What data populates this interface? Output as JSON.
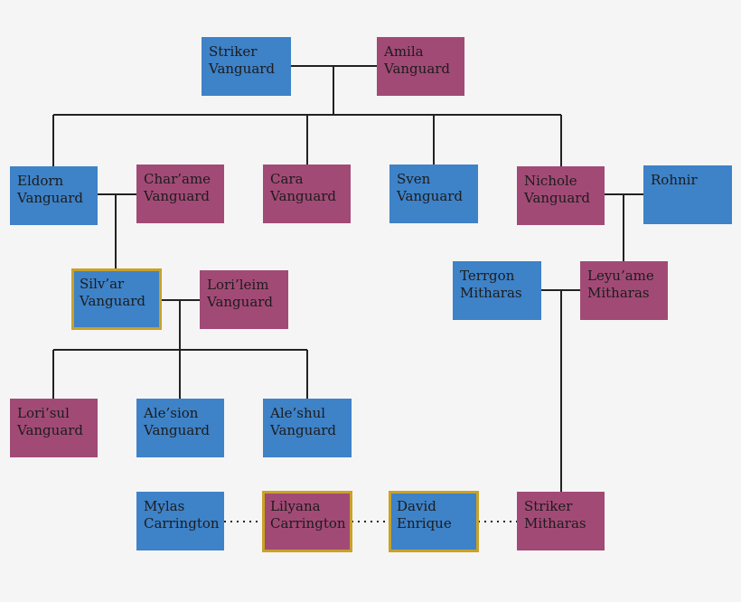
{
  "colors": {
    "male": "#3e82c8",
    "female": "#a24a76",
    "highlight": "#c9a227",
    "line": "#222222",
    "background": "#f5f5f5"
  },
  "people": {
    "striker_vanguard": {
      "first": "Striker",
      "last": "Vanguard",
      "gender": "male"
    },
    "amila_vanguard": {
      "first": "Amila",
      "last": "Vanguard",
      "gender": "female"
    },
    "eldorn_vanguard": {
      "first": "Eldorn",
      "last": "Vanguard",
      "gender": "male"
    },
    "charame_vanguard": {
      "first": "Char’ame",
      "last": "Vanguard",
      "gender": "female"
    },
    "cara_vanguard": {
      "first": "Cara",
      "last": "Vanguard",
      "gender": "female"
    },
    "sven_vanguard": {
      "first": "Sven",
      "last": "Vanguard",
      "gender": "male"
    },
    "nichole_vanguard": {
      "first": "Nichole",
      "last": "Vanguard",
      "gender": "female"
    },
    "rohnir": {
      "first": "Rohnir",
      "last": "",
      "gender": "male"
    },
    "silvar_vanguard": {
      "first": "Silv’ar",
      "last": "Vanguard",
      "gender": "male",
      "highlighted": true
    },
    "lorileim_vanguard": {
      "first": "Lori’leim",
      "last": "Vanguard",
      "gender": "female"
    },
    "terrgon_mitharas": {
      "first": "Terrgon",
      "last": "Mitharas",
      "gender": "male"
    },
    "leyuame_mitharas": {
      "first": "Leyu’ame",
      "last": "Mitharas",
      "gender": "female"
    },
    "lorisul_vanguard": {
      "first": "Lori’sul",
      "last": "Vanguard",
      "gender": "female"
    },
    "alesion_vanguard": {
      "first": "Ale’sion",
      "last": "Vanguard",
      "gender": "male"
    },
    "aleshul_vanguard": {
      "first": "Ale’shul",
      "last": "Vanguard",
      "gender": "male"
    },
    "mylas_carrington": {
      "first": "Mylas",
      "last": "Carrington",
      "gender": "male"
    },
    "lilyana_carrington": {
      "first": "Lilyana",
      "last": "Carrington",
      "gender": "female",
      "highlighted": true
    },
    "david_enrique": {
      "first": "David",
      "last": "Enrique",
      "gender": "male",
      "highlighted": true
    },
    "striker_mitharas": {
      "first": "Striker",
      "last": "Mitharas",
      "gender": "female"
    }
  },
  "relationships": {
    "couples": [
      [
        "striker_vanguard",
        "amila_vanguard"
      ],
      [
        "eldorn_vanguard",
        "charame_vanguard"
      ],
      [
        "nichole_vanguard",
        "rohnir"
      ],
      [
        "silvar_vanguard",
        "lorileim_vanguard"
      ],
      [
        "terrgon_mitharas",
        "leyuame_mitharas"
      ]
    ],
    "parent_child": [
      {
        "parents": [
          "striker_vanguard",
          "amila_vanguard"
        ],
        "children": [
          "eldorn_vanguard",
          "cara_vanguard",
          "sven_vanguard",
          "nichole_vanguard"
        ]
      },
      {
        "parents": [
          "eldorn_vanguard",
          "charame_vanguard"
        ],
        "children": [
          "silvar_vanguard"
        ]
      },
      {
        "parents": [
          "nichole_vanguard",
          "rohnir"
        ],
        "children": [
          "leyuame_mitharas"
        ]
      },
      {
        "parents": [
          "silvar_vanguard",
          "lorileim_vanguard"
        ],
        "children": [
          "lorisul_vanguard",
          "alesion_vanguard",
          "aleshul_vanguard"
        ]
      },
      {
        "parents": [
          "terrgon_mitharas",
          "leyuame_mitharas"
        ],
        "children": [
          "striker_mitharas"
        ]
      }
    ],
    "dotted_links": [
      [
        "mylas_carrington",
        "lilyana_carrington"
      ],
      [
        "lilyana_carrington",
        "david_enrique"
      ],
      [
        "david_enrique",
        "striker_mitharas"
      ]
    ]
  }
}
